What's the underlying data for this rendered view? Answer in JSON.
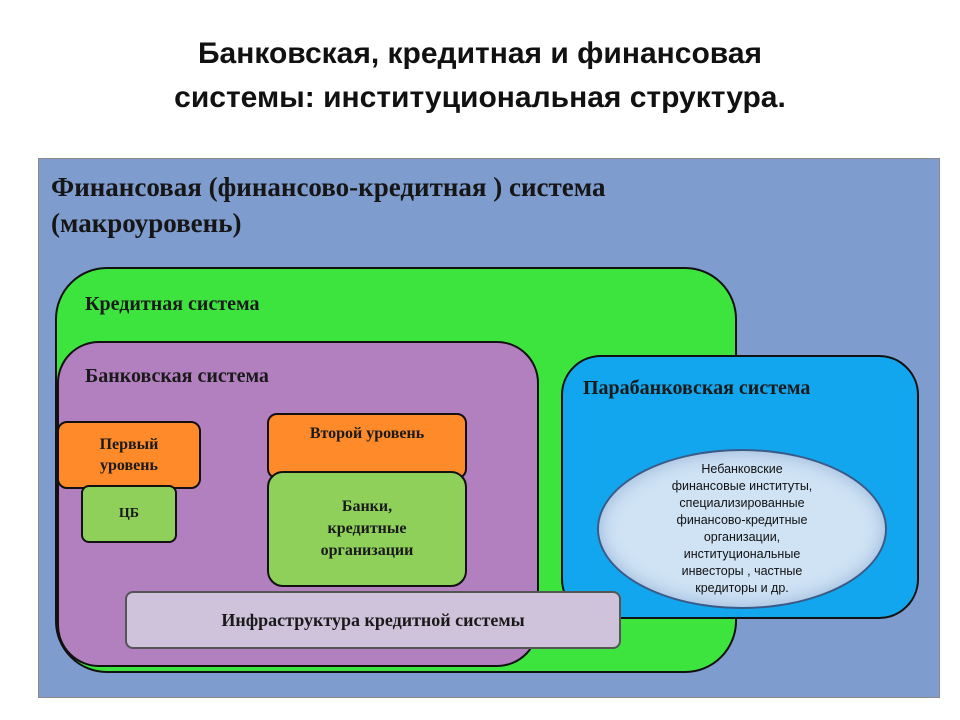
{
  "title": {
    "line1": "Банковская, кредитная и финансовая",
    "line2": "системы: институциональная структура."
  },
  "financial_system": {
    "line1": "Финансовая (финансово-кредитная ) система",
    "line2": "(макроуровень)"
  },
  "credit_system": {
    "label": "Кредитная система"
  },
  "banking_system": {
    "label": "Банковская система"
  },
  "first_level": {
    "line1": "Первый",
    "line2": "уровень"
  },
  "central_bank": {
    "label": "ЦБ"
  },
  "second_level": {
    "label": "Второй уровень"
  },
  "banks": {
    "line1": "Банки,",
    "line2": "кредитные",
    "line3": "организации"
  },
  "infrastructure": {
    "label": "Инфраструктура кредитной системы"
  },
  "parabanking_system": {
    "label": "Парабанковская система"
  },
  "nonbank": {
    "lines": [
      "Небанковские",
      "финансовые институты,",
      "специализированные",
      "финансово-кредитные",
      "организации,",
      "институциональные",
      "инвесторы , частные",
      "кредиторы и др."
    ]
  },
  "colors": {
    "panel": "#7f9ccf",
    "credit": "#3ee43e",
    "banking": "#b27fbf",
    "parabanking": "#12a6ee",
    "level": "#ff8a2a",
    "institution": "#8ed05a",
    "infrastructure": "#cfc3dc",
    "ellipse": "#cfe3f5"
  }
}
